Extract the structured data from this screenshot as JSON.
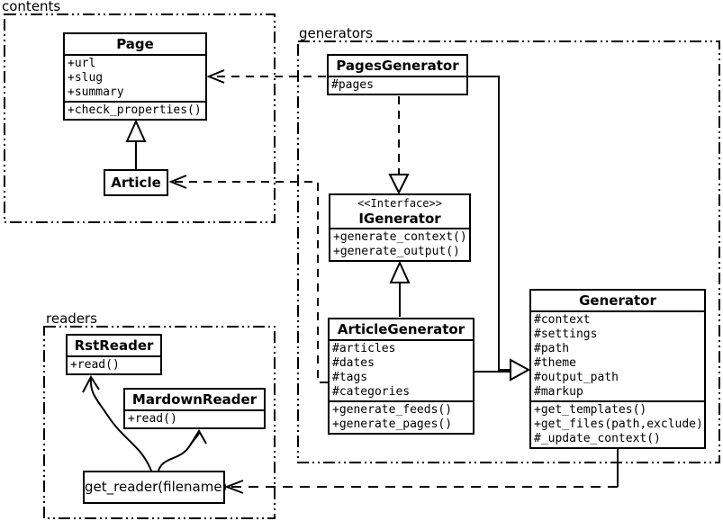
{
  "diagram": {
    "packages": {
      "contents": {
        "label": "contents"
      },
      "generators": {
        "label": "generators"
      },
      "readers": {
        "label": "readers"
      }
    },
    "classes": {
      "page": {
        "name": "Page",
        "attributes": [
          "+url",
          "+slug",
          "+summary"
        ],
        "methods": [
          "+check_properties()"
        ]
      },
      "article": {
        "name": "Article"
      },
      "pages_generator": {
        "name": "PagesGenerator",
        "attributes": [
          "#pages"
        ]
      },
      "igenerator": {
        "stereotype": "<<Interface>>",
        "name": "IGenerator",
        "methods": [
          "+generate_context()",
          "+generate_output()"
        ]
      },
      "article_generator": {
        "name": "ArticleGenerator",
        "attributes": [
          "#articles",
          "#dates",
          "#tags",
          "#categories"
        ],
        "methods": [
          "+generate_feeds()",
          "+generate_pages()"
        ]
      },
      "generator": {
        "name": "Generator",
        "attributes": [
          "#context",
          "#settings",
          "#path",
          "#theme",
          "#output_path",
          "#markup"
        ],
        "methods": [
          "+get_templates()",
          "+get_files(path,exclude)",
          "#_update_context()"
        ]
      },
      "rst_reader": {
        "name": "RstReader",
        "methods": [
          "+read()"
        ]
      },
      "markdown_reader": {
        "name": "MardownReader",
        "methods": [
          "+read()"
        ]
      },
      "get_reader": {
        "name": "get_reader(filename)"
      }
    },
    "relationships": [
      {
        "from": "Article",
        "to": "Page",
        "type": "inheritance"
      },
      {
        "from": "PagesGenerator",
        "to": "Page",
        "type": "dependency"
      },
      {
        "from": "ArticleGenerator",
        "to": "Article",
        "type": "dependency"
      },
      {
        "from": "PagesGenerator",
        "to": "IGenerator",
        "type": "realization"
      },
      {
        "from": "ArticleGenerator",
        "to": "IGenerator",
        "type": "realization"
      },
      {
        "from": "PagesGenerator",
        "to": "Generator",
        "type": "inheritance"
      },
      {
        "from": "ArticleGenerator",
        "to": "Generator",
        "type": "inheritance"
      },
      {
        "from": "Generator",
        "to": "get_reader(filename)",
        "type": "dependency"
      },
      {
        "from": "get_reader(filename)",
        "to": "RstReader",
        "type": "arrow"
      },
      {
        "from": "get_reader(filename)",
        "to": "MardownReader",
        "type": "arrow"
      }
    ],
    "colors": {
      "line": "#000000",
      "background": "#ffffff",
      "box_fill": "#ffffff"
    }
  }
}
